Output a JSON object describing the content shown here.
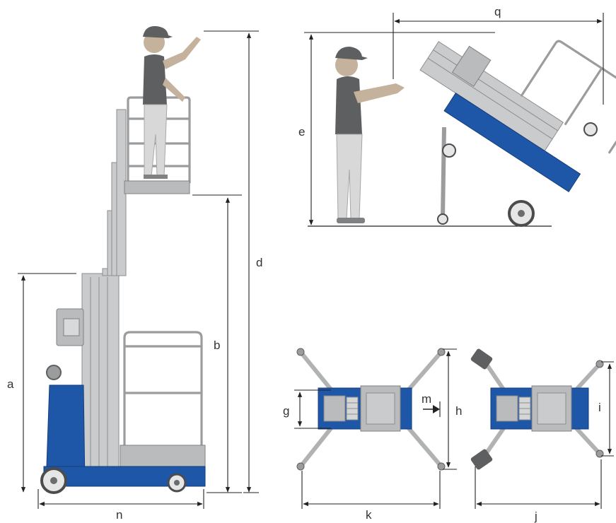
{
  "diagram": {
    "dimension_labels": {
      "a": "a",
      "b": "b",
      "d": "d",
      "n": "n",
      "e": "e",
      "q": "q",
      "g": "g",
      "m": "m",
      "h": "h",
      "k": "k",
      "i": "i",
      "j": "j"
    },
    "colors": {
      "chassis": "#1f57a8",
      "mast": "#c9cbcc",
      "worker_shirt": "#5d5f61",
      "worker_pants": "#d8d8d8",
      "dimension_line": "#222222"
    }
  }
}
